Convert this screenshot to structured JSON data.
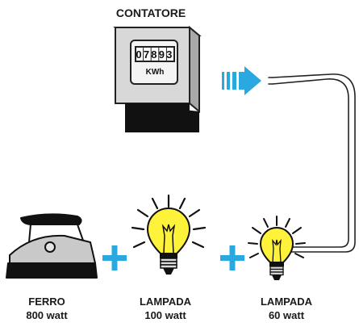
{
  "meter": {
    "title": "CONTATORE",
    "reading": "07893",
    "unit": "KWh"
  },
  "appliances": [
    {
      "name": "FERRO",
      "power": "800 watt"
    },
    {
      "name": "LAMPADA",
      "power": "100 watt"
    },
    {
      "name": "LAMPADA",
      "power": "60 watt"
    }
  ],
  "operators": [
    "+",
    "+"
  ],
  "colors": {
    "flow_arrow": "#2aa8e0",
    "plus": "#2aa8e0",
    "bulb_glass": "#fff23a",
    "meter_body": "#d8d8d8",
    "meter_base": "#111111"
  }
}
